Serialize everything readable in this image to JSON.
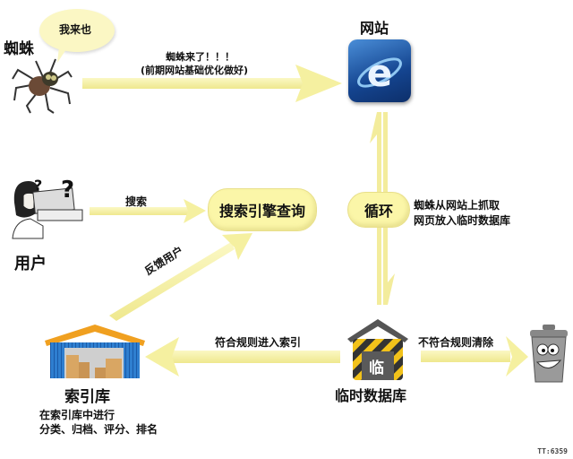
{
  "nodes": {
    "spider": {
      "label": "蜘蛛",
      "speech": "我来也"
    },
    "website": {
      "label": "网站",
      "icon": "ie-browser-icon"
    },
    "user": {
      "label": "用户"
    },
    "search_engine": {
      "label": "搜索引擎查询"
    },
    "loop": {
      "label": "循环"
    },
    "temp_db": {
      "label": "临时数据库",
      "badge": "临"
    },
    "index_db": {
      "label": "索引库",
      "desc_line1": "在索引库中进行",
      "desc_line2": "分类、归档、评分、排名"
    },
    "trash": {
      "icon": "trash-can-icon"
    }
  },
  "edges": {
    "spider_to_site": {
      "line1": "蜘蛛来了！！！",
      "line2": "(前期网站基础优化做好)"
    },
    "user_to_engine": {
      "label": "搜索"
    },
    "index_to_user": {
      "label": "反馈用户"
    },
    "loop_note": {
      "line1": "蜘蛛从网站上抓取",
      "line2": "网页放入临时数据库"
    },
    "temp_to_index": {
      "label": "符合规则进入索引"
    },
    "temp_to_trash": {
      "label": "不符合规则清除"
    }
  },
  "watermark": "TT:6359",
  "colors": {
    "arrow": "#f7f3a6",
    "arrow_edge": "#e6df86",
    "pill": "#fbf6a8",
    "ie_blue": "#1d56a6",
    "warehouse_blue": "#2f7fd0",
    "roof_orange": "#f0a020"
  }
}
